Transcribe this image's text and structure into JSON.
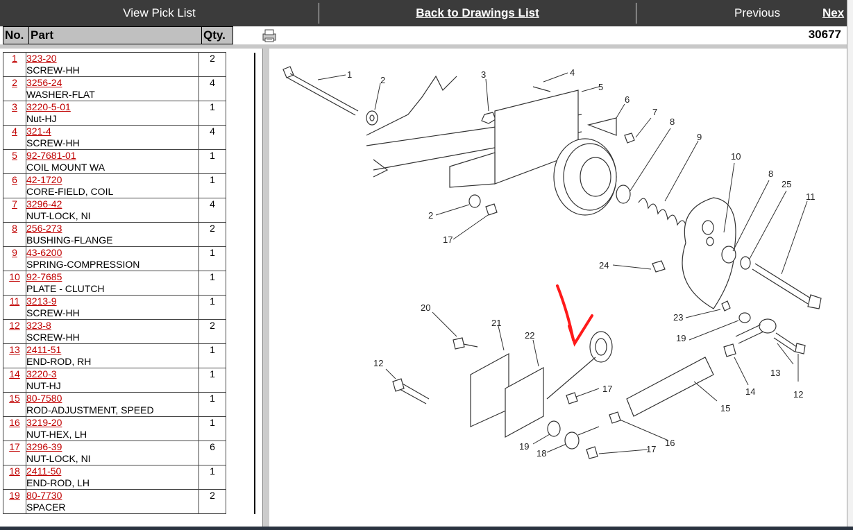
{
  "nav": {
    "pick_list": "View Pick List",
    "back": "Back to Drawings List",
    "previous": "Previous",
    "next": "Nex"
  },
  "header": {
    "no": "No.",
    "part": "Part",
    "qty": "Qty.",
    "drawing_number": "30677"
  },
  "parts": [
    {
      "no": "1",
      "pn": "323-20",
      "desc": "SCREW-HH",
      "qty": "2"
    },
    {
      "no": "2",
      "pn": "3256-24",
      "desc": "WASHER-FLAT",
      "qty": "4"
    },
    {
      "no": "3",
      "pn": "3220-5-01",
      "desc": "Nut-HJ",
      "qty": "1"
    },
    {
      "no": "4",
      "pn": "321-4",
      "desc": "SCREW-HH",
      "qty": "4"
    },
    {
      "no": "5",
      "pn": "92-7681-01",
      "desc": "COIL MOUNT WA",
      "qty": "1"
    },
    {
      "no": "6",
      "pn": "42-1720",
      "desc": "CORE-FIELD, COIL",
      "qty": "1"
    },
    {
      "no": "7",
      "pn": "3296-42",
      "desc": "NUT-LOCK, NI",
      "qty": "4"
    },
    {
      "no": "8",
      "pn": "256-273",
      "desc": "BUSHING-FLANGE",
      "qty": "2"
    },
    {
      "no": "9",
      "pn": "43-6200",
      "desc": "SPRING-COMPRESSION",
      "qty": "1"
    },
    {
      "no": "10",
      "pn": "92-7685",
      "desc": "PLATE - CLUTCH",
      "qty": "1"
    },
    {
      "no": "11",
      "pn": "3213-9",
      "desc": "SCREW-HH",
      "qty": "1"
    },
    {
      "no": "12",
      "pn": "323-8",
      "desc": "SCREW-HH",
      "qty": "2"
    },
    {
      "no": "13",
      "pn": "2411-51",
      "desc": "END-ROD, RH",
      "qty": "1"
    },
    {
      "no": "14",
      "pn": "3220-3",
      "desc": "NUT-HJ",
      "qty": "1"
    },
    {
      "no": "15",
      "pn": "80-7580",
      "desc": "ROD-ADJUSTMENT, SPEED",
      "qty": "1"
    },
    {
      "no": "16",
      "pn": "3219-20",
      "desc": "NUT-HEX, LH",
      "qty": "1"
    },
    {
      "no": "17",
      "pn": "3296-39",
      "desc": "NUT-LOCK, NI",
      "qty": "6"
    },
    {
      "no": "18",
      "pn": "2411-50",
      "desc": "END-ROD, LH",
      "qty": "1"
    },
    {
      "no": "19",
      "pn": "80-7730",
      "desc": "SPACER",
      "qty": "2"
    }
  ],
  "drawing_labels": [
    "1",
    "2",
    "3",
    "4",
    "5",
    "6",
    "7",
    "8",
    "9",
    "10",
    "8",
    "25",
    "11",
    "2",
    "17",
    "24",
    "23",
    "19",
    "13",
    "14",
    "12",
    "20",
    "21",
    "22",
    "12",
    "17",
    "15",
    "16",
    "17",
    "19",
    "18"
  ],
  "colors": {
    "nav_bg": "#3b3b3b",
    "link": "#c00000",
    "arrow": "#ff0000"
  }
}
